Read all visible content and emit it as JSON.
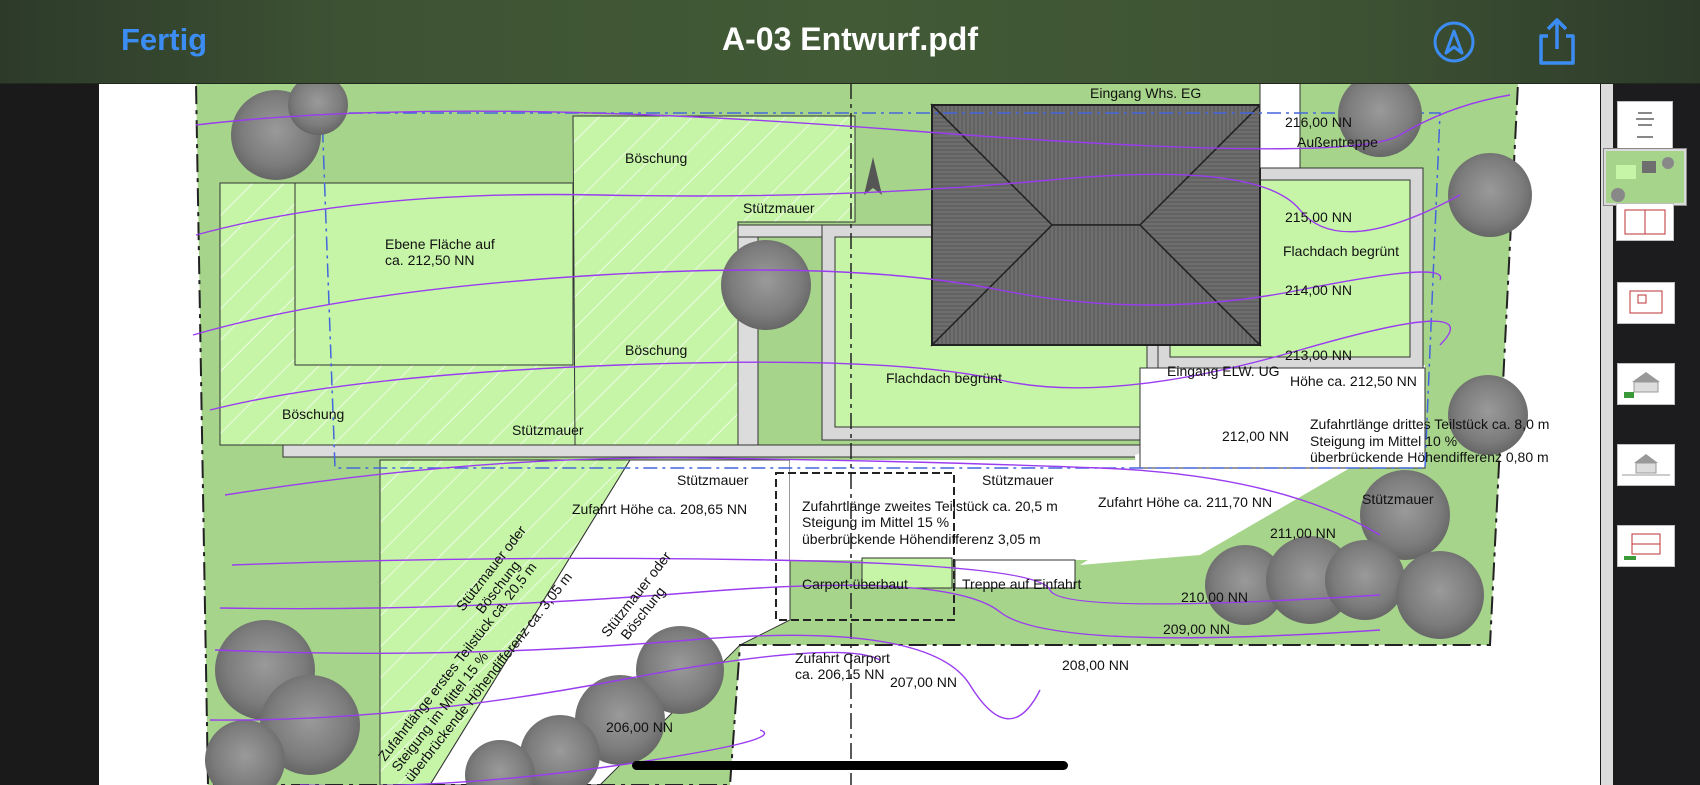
{
  "topbar": {
    "done_label": "Fertig",
    "title": "A-03 Entwurf.pdf",
    "markup_icon": "markup-pen-icon",
    "share_icon": "share-icon"
  },
  "plan": {
    "labels": {
      "eingang_whs": "Eingang Whs. EG",
      "nn_216": "216,00 NN",
      "aussentreppe": "Außentreppe",
      "boeschung_top": "Böschung",
      "stuetzmauer_top": "Stützmauer",
      "nn_215": "215,00 NN",
      "ebene_flaeche_1": "Ebene Fläche auf",
      "ebene_flaeche_2": "ca. 212,50 NN",
      "flachdach_right": "Flachdach begrünt",
      "nn_214": "214,00 NN",
      "boeschung_mid": "Böschung",
      "nn_213": "213,00 NN",
      "flachdach_center": "Flachdach begrünt",
      "eingang_elw": "Eingang ELW. UG",
      "hoehe_2125": "Höhe ca. 212,50 NN",
      "boeschung_left": "Böschung",
      "stuetzmauer_left": "Stützmauer",
      "nn_212": "212,00 NN",
      "zufahrt3_1": "Zufahrtlänge drittes Teilstück ca. 8,0 m",
      "zufahrt3_2": "Steigung im Mittel 10 %",
      "zufahrt3_3": "überbrückende Höhendifferenz 0,80 m",
      "stuetzmauer_b1": "Stützmauer",
      "stuetzmauer_b2": "Stützmauer",
      "stuetzmauer_right": "Stützmauer",
      "zufahrt_hoehe_20865": "Zufahrt Höhe ca. 208,65 NN",
      "zufahrt2_1": "Zufahrtlänge zweites Teilstück ca. 20,5 m",
      "zufahrt2_2": "Steigung im Mittel 15 %",
      "zufahrt2_3": "überbrückende Höhendifferenz 3,05 m",
      "zufahrt_hoehe_21170": "Zufahrt Höhe ca. 211,70 NN",
      "nn_211": "211,00 NN",
      "stuetz_oder_1a": "Stützmauer oder",
      "stuetz_oder_1b": "Böschung",
      "stuetz_oder_2a": "Stützmauer oder",
      "stuetz_oder_2b": "Böschung",
      "carport": "Carport überbaut",
      "treppe": "Treppe auf Einfahrt",
      "nn_210": "210,00 NN",
      "nn_209": "209,00 NN",
      "zufahrt_carport_1": "Zufahrt Carport",
      "zufahrt_carport_2": "ca. 206,15 NN",
      "nn_207": "207,00 NN",
      "nn_208": "208,00 NN",
      "nn_206": "206,00 NN",
      "zufahrt1_1": "Zufahrtlänge erstes Teilstück ca. 20,5 m",
      "zufahrt1_2": "Steigung im Mittel 15 %",
      "zufahrt1_3": "überbrückende Höhendifferenz ca. 3,05 m"
    }
  },
  "thumbnails": {
    "count": 7,
    "selected_index": 1
  },
  "colors": {
    "accent": "#3c8df3",
    "grass": "#c6f5a8",
    "lawn_dark": "#9fcf7f",
    "contour": "#9a3cf0",
    "boundary": "#4466dd"
  }
}
